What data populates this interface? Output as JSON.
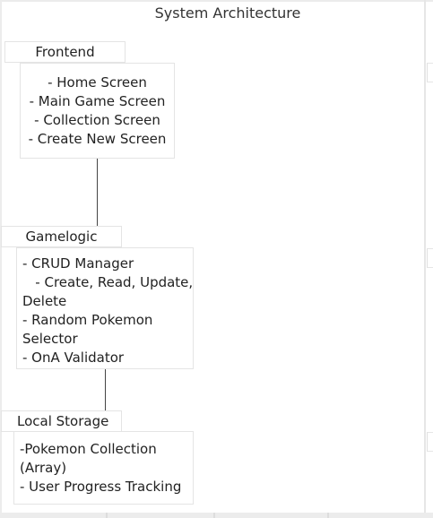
{
  "diagram": {
    "title": "System Architecture",
    "nodes": [
      {
        "id": "frontend",
        "label": "Frontend",
        "items": [
          "- Home Screen",
          "- Main Game Screen",
          "- Collection Screen",
          "- Create New Screen"
        ]
      },
      {
        "id": "gamelogic",
        "label": "Gamelogic",
        "items": [
          "- CRUD Manager",
          "   - Create, Read, Update,",
          "Delete",
          "- Random Pokemon",
          "Selector",
          "- OnA Validator"
        ]
      },
      {
        "id": "local-storage",
        "label": "Local Storage",
        "items": [
          "-Pokemon Collection",
          "(Array)",
          "- User Progress Tracking"
        ]
      }
    ],
    "edges": [
      {
        "from": "frontend",
        "to": "gamelogic"
      },
      {
        "from": "gamelogic",
        "to": "local-storage"
      }
    ]
  }
}
